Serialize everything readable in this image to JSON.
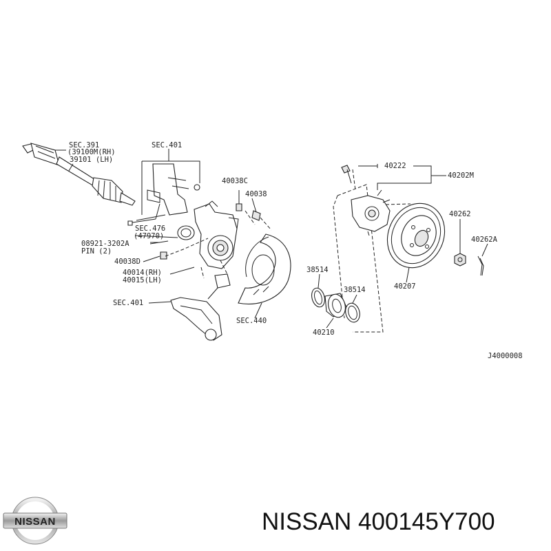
{
  "diagram": {
    "labels": {
      "sec391": "SEC.391",
      "p39100m": "(39100M(RH)",
      "p39101": "39101  (LH)",
      "sec401_top": "SEC.401",
      "p40038c": "40038C",
      "p40038": "40038",
      "sec476": "SEC.476",
      "p47970": "(47970)",
      "p08921": "08921-3202A",
      "pin": "PIN (2)",
      "p40038d": "40038D",
      "p40014": "40014(RH)",
      "p40015": "40015(LH)",
      "sec401_bottom": "SEC.401",
      "sec440": "SEC.440",
      "p40222": "40222",
      "p40202m": "40202M",
      "p40262": "40262",
      "p40262a": "40262A",
      "p38514_left": "38514",
      "p38514_right": "38514",
      "p40207": "40207",
      "p40210": "40210",
      "drawing_code": "J4000008"
    }
  },
  "footer": {
    "title": "NISSAN 400145Y700",
    "logo_text": "NISSAN"
  }
}
